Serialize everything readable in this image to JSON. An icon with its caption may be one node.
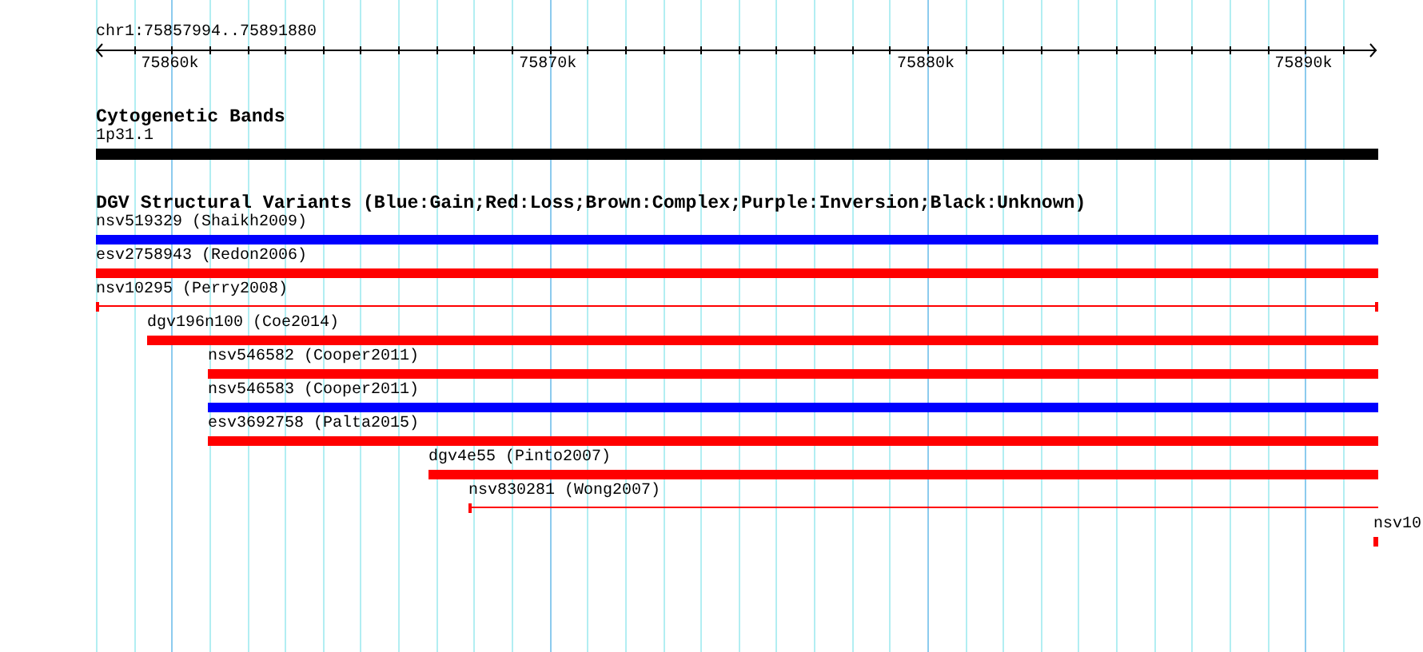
{
  "diagram": {
    "nodes": [
      {
        "text": [
          "1p31.1"
        ]
      },
      {
        "text": [
          "nsv519329 (Shaikh2009)"
        ]
      },
      {
        "text": [
          "esv2758943 (Redon2006)"
        ]
      },
      {
        "text": [
          "nsv10295 (Perry2008)"
        ]
      },
      {
        "text": [
          "dgv196n100 (Coe2014)"
        ]
      },
      {
        "text": [
          "nsv546582 (Cooper2011)"
        ]
      },
      {
        "text": [
          "nsv546583 (Cooper2011)"
        ]
      },
      {
        "text": [
          "esv3692758 (Palta2015)"
        ]
      },
      {
        "text": [
          "dgv4e55 (Pinto2007)"
        ]
      },
      {
        "text": [
          "nsv830281 (Wong2007)"
        ]
      },
      {
        "text": [
          "nsv10"
        ]
      }
    ],
    "edges": [],
    "labels": [
      "chr1:75857994..75891880",
      "75860k",
      "75870k",
      "75880k",
      "75890k",
      "Cytogenetic Bands",
      "DGV Structural Variants (Blue:Gain;Red:Loss;Brown:Complex;Purple:Inversion;Black:Unknown)"
    ]
  }
}
